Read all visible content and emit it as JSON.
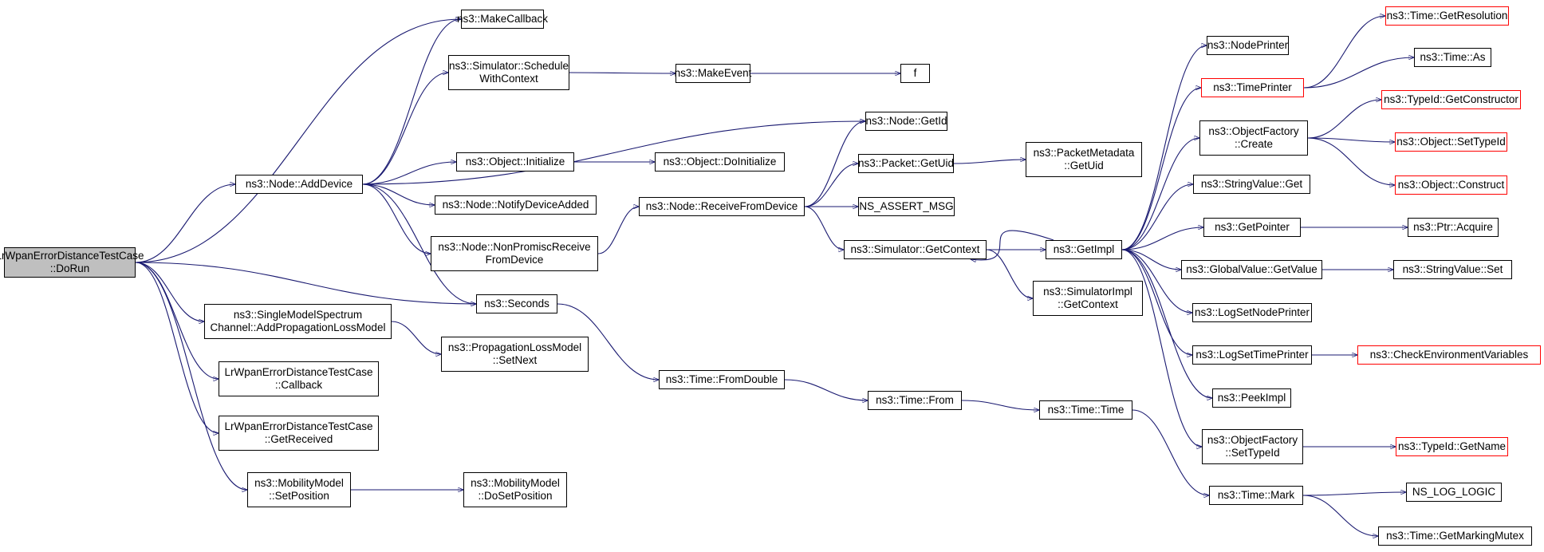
{
  "colors": {
    "edge": "#191970",
    "node_border": "#000000",
    "truncated_border": "#ff0000",
    "root_fill": "#bfbfbf",
    "node_fill": "#ffffff"
  },
  "nodes": [
    {
      "id": "doRun",
      "lines": [
        "LrWpanErrorDistanceTestCase",
        "::DoRun"
      ],
      "root": true
    },
    {
      "id": "makeCallback",
      "lines": [
        "ns3::MakeCallback"
      ]
    },
    {
      "id": "scheduleWithContext",
      "lines": [
        "ns3::Simulator::Schedule",
        "WithContext"
      ]
    },
    {
      "id": "makeEvent",
      "lines": [
        "ns3::MakeEvent"
      ]
    },
    {
      "id": "f",
      "lines": [
        "f"
      ]
    },
    {
      "id": "nodeGetId",
      "lines": [
        "ns3::Node::GetId"
      ]
    },
    {
      "id": "nodeAddDevice",
      "lines": [
        "ns3::Node::AddDevice"
      ]
    },
    {
      "id": "objectInitialize",
      "lines": [
        "ns3::Object::Initialize"
      ]
    },
    {
      "id": "objectDoInitialize",
      "lines": [
        "ns3::Object::DoInitialize"
      ]
    },
    {
      "id": "notifyDeviceAdded",
      "lines": [
        "ns3::Node::NotifyDeviceAdded"
      ]
    },
    {
      "id": "nonPromiscReceive",
      "lines": [
        "ns3::Node::NonPromiscReceive",
        "FromDevice"
      ]
    },
    {
      "id": "receiveFromDevice",
      "lines": [
        "ns3::Node::ReceiveFromDevice"
      ]
    },
    {
      "id": "packetGetUid",
      "lines": [
        "ns3::Packet::GetUid"
      ]
    },
    {
      "id": "packetMetadataGetUid",
      "lines": [
        "ns3::PacketMetadata",
        "::GetUid"
      ]
    },
    {
      "id": "nsAssertMsg",
      "lines": [
        "NS_ASSERT_MSG"
      ]
    },
    {
      "id": "simGetContext",
      "lines": [
        "ns3::Simulator::GetContext"
      ]
    },
    {
      "id": "simImplGetContext",
      "lines": [
        "ns3::SimulatorImpl",
        "::GetContext"
      ]
    },
    {
      "id": "getImpl",
      "lines": [
        "ns3::GetImpl"
      ]
    },
    {
      "id": "nodePrinter",
      "lines": [
        "ns3::NodePrinter"
      ]
    },
    {
      "id": "timePrinter",
      "lines": [
        "ns3::TimePrinter"
      ],
      "truncated": true
    },
    {
      "id": "timeGetResolution",
      "lines": [
        "ns3::Time::GetResolution"
      ],
      "truncated": true
    },
    {
      "id": "timeAs",
      "lines": [
        "ns3::Time::As"
      ]
    },
    {
      "id": "objectFactoryCreate",
      "lines": [
        "ns3::ObjectFactory",
        "::Create"
      ]
    },
    {
      "id": "typeIdGetConstructor",
      "lines": [
        "ns3::TypeId::GetConstructor"
      ],
      "truncated": true
    },
    {
      "id": "objectSetTypeId",
      "lines": [
        "ns3::Object::SetTypeId"
      ],
      "truncated": true
    },
    {
      "id": "objectConstruct",
      "lines": [
        "ns3::Object::Construct"
      ],
      "truncated": true
    },
    {
      "id": "stringValueGet",
      "lines": [
        "ns3::StringValue::Get"
      ]
    },
    {
      "id": "getPointer",
      "lines": [
        "ns3::GetPointer"
      ]
    },
    {
      "id": "ptrAcquire",
      "lines": [
        "ns3::Ptr::Acquire"
      ]
    },
    {
      "id": "globalValueGetValue",
      "lines": [
        "ns3::GlobalValue::GetValue"
      ]
    },
    {
      "id": "stringValueSet",
      "lines": [
        "ns3::StringValue::Set"
      ]
    },
    {
      "id": "logSetNodePrinter",
      "lines": [
        "ns3::LogSetNodePrinter"
      ]
    },
    {
      "id": "logSetTimePrinter",
      "lines": [
        "ns3::LogSetTimePrinter"
      ]
    },
    {
      "id": "checkEnvVars",
      "lines": [
        "ns3::CheckEnvironmentVariables"
      ],
      "truncated": true
    },
    {
      "id": "peekImpl",
      "lines": [
        "ns3::PeekImpl"
      ]
    },
    {
      "id": "objectFactorySetTypeId",
      "lines": [
        "ns3::ObjectFactory",
        "::SetTypeId"
      ]
    },
    {
      "id": "typeIdGetName",
      "lines": [
        "ns3::TypeId::GetName"
      ],
      "truncated": true
    },
    {
      "id": "seconds",
      "lines": [
        "ns3::Seconds"
      ]
    },
    {
      "id": "addPropagationLossModel",
      "lines": [
        "ns3::SingleModelSpectrum",
        "Channel::AddPropagationLossModel"
      ]
    },
    {
      "id": "propLossSetNext",
      "lines": [
        "ns3::PropagationLossModel",
        "::SetNext"
      ]
    },
    {
      "id": "callback",
      "lines": [
        "LrWpanErrorDistanceTestCase",
        "::Callback"
      ]
    },
    {
      "id": "getReceived",
      "lines": [
        "LrWpanErrorDistanceTestCase",
        "::GetReceived"
      ]
    },
    {
      "id": "mobilitySetPosition",
      "lines": [
        "ns3::MobilityModel",
        "::SetPosition"
      ]
    },
    {
      "id": "mobilityDoSetPosition",
      "lines": [
        "ns3::MobilityModel",
        "::DoSetPosition"
      ]
    },
    {
      "id": "timeFromDouble",
      "lines": [
        "ns3::Time::FromDouble"
      ]
    },
    {
      "id": "timeFrom",
      "lines": [
        "ns3::Time::From"
      ]
    },
    {
      "id": "timeTime",
      "lines": [
        "ns3::Time::Time"
      ]
    },
    {
      "id": "timeMark",
      "lines": [
        "ns3::Time::Mark"
      ]
    },
    {
      "id": "nsLogLogic",
      "lines": [
        "NS_LOG_LOGIC"
      ]
    },
    {
      "id": "timeGetMarkingMutex",
      "lines": [
        "ns3::Time::GetMarkingMutex"
      ]
    }
  ],
  "edges": [
    [
      "doRun",
      "nodeAddDevice"
    ],
    [
      "doRun",
      "makeCallback"
    ],
    [
      "doRun",
      "seconds"
    ],
    [
      "doRun",
      "addPropagationLossModel"
    ],
    [
      "doRun",
      "callback"
    ],
    [
      "doRun",
      "getReceived"
    ],
    [
      "doRun",
      "mobilitySetPosition"
    ],
    [
      "nodeAddDevice",
      "makeCallback"
    ],
    [
      "nodeAddDevice",
      "scheduleWithContext"
    ],
    [
      "nodeAddDevice",
      "nodeGetId"
    ],
    [
      "nodeAddDevice",
      "objectInitialize"
    ],
    [
      "nodeAddDevice",
      "notifyDeviceAdded"
    ],
    [
      "nodeAddDevice",
      "nonPromiscReceive"
    ],
    [
      "nodeAddDevice",
      "seconds"
    ],
    [
      "scheduleWithContext",
      "makeEvent"
    ],
    [
      "makeEvent",
      "f"
    ],
    [
      "objectInitialize",
      "objectDoInitialize"
    ],
    [
      "nonPromiscReceive",
      "receiveFromDevice"
    ],
    [
      "receiveFromDevice",
      "nodeGetId"
    ],
    [
      "receiveFromDevice",
      "packetGetUid"
    ],
    [
      "receiveFromDevice",
      "nsAssertMsg"
    ],
    [
      "receiveFromDevice",
      "simGetContext"
    ],
    [
      "packetGetUid",
      "packetMetadataGetUid"
    ],
    [
      "simGetContext",
      "getImpl"
    ],
    [
      "simGetContext",
      "simImplGetContext"
    ],
    [
      "getImpl",
      "simGetContext"
    ],
    [
      "getImpl",
      "nodePrinter"
    ],
    [
      "getImpl",
      "timePrinter"
    ],
    [
      "getImpl",
      "objectFactoryCreate"
    ],
    [
      "getImpl",
      "stringValueGet"
    ],
    [
      "getImpl",
      "getPointer"
    ],
    [
      "getImpl",
      "globalValueGetValue"
    ],
    [
      "getImpl",
      "logSetNodePrinter"
    ],
    [
      "getImpl",
      "logSetTimePrinter"
    ],
    [
      "getImpl",
      "peekImpl"
    ],
    [
      "getImpl",
      "objectFactorySetTypeId"
    ],
    [
      "timePrinter",
      "timeGetResolution"
    ],
    [
      "timePrinter",
      "timeAs"
    ],
    [
      "objectFactoryCreate",
      "typeIdGetConstructor"
    ],
    [
      "objectFactoryCreate",
      "objectSetTypeId"
    ],
    [
      "objectFactoryCreate",
      "objectConstruct"
    ],
    [
      "getPointer",
      "ptrAcquire"
    ],
    [
      "globalValueGetValue",
      "stringValueSet"
    ],
    [
      "logSetTimePrinter",
      "checkEnvVars"
    ],
    [
      "objectFactorySetTypeId",
      "typeIdGetName"
    ],
    [
      "seconds",
      "timeFromDouble"
    ],
    [
      "timeFromDouble",
      "timeFrom"
    ],
    [
      "timeFrom",
      "timeTime"
    ],
    [
      "timeTime",
      "timeMark"
    ],
    [
      "timeMark",
      "nsLogLogic"
    ],
    [
      "timeMark",
      "timeGetMarkingMutex"
    ],
    [
      "addPropagationLossModel",
      "propLossSetNext"
    ],
    [
      "mobilitySetPosition",
      "mobilityDoSetPosition"
    ]
  ]
}
